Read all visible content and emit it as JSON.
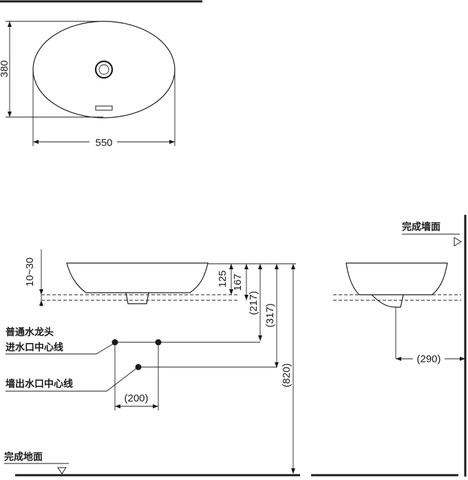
{
  "top_view": {
    "height_dim": "380",
    "width_dim": "550"
  },
  "front_view": {
    "range_dim": "10~30",
    "dim_125": "125",
    "dim_167": "167",
    "dim_217": "(217)",
    "dim_317": "(317)",
    "dim_820": "(820)",
    "dim_200": "(200)",
    "label_faucet_line1": "普通水龙头",
    "label_faucet_line2": "进水口中心线",
    "label_wall_outlet": "墙出水口中心线",
    "label_floor": "完成地面"
  },
  "side_view": {
    "label_wall": "完成墙面",
    "dim_290": "(290)"
  }
}
